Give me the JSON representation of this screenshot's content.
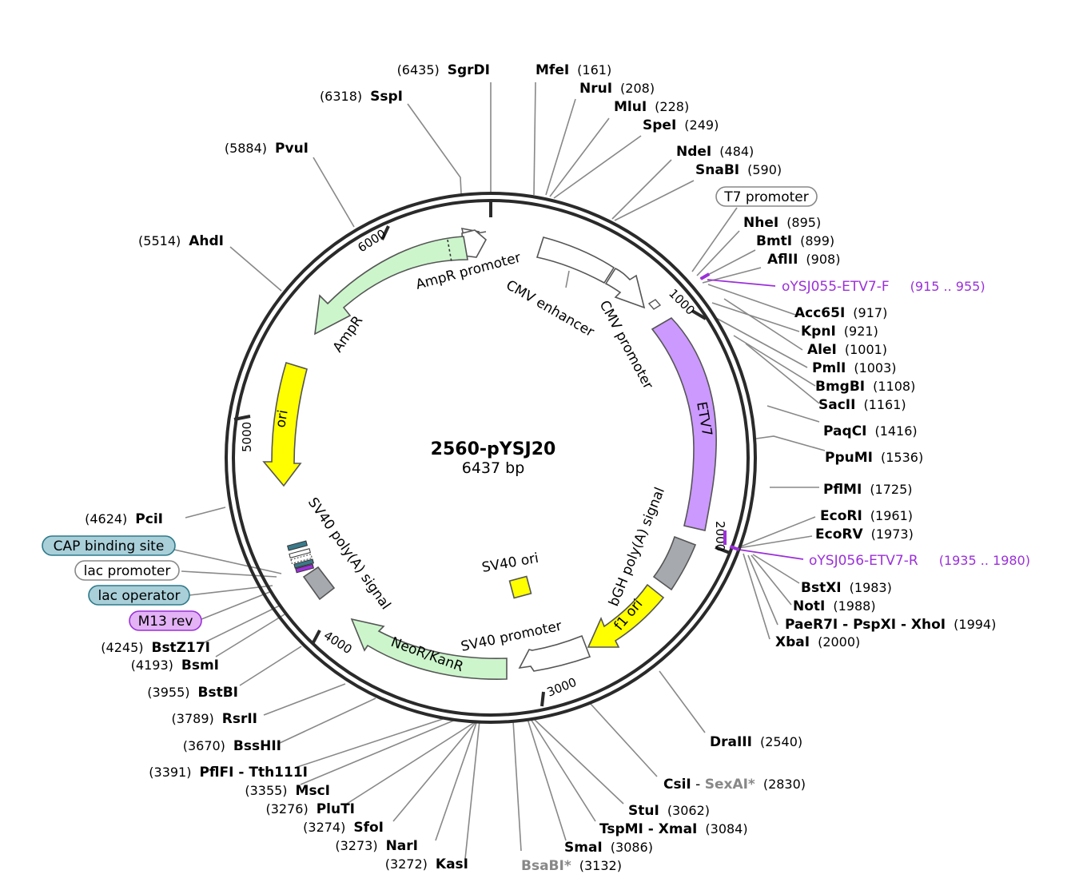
{
  "title": "2560-pYSJ20",
  "size": "6437 bp",
  "ticks": [
    "1000",
    "2000",
    "3000",
    "4000",
    "5000",
    "6000"
  ],
  "features": {
    "ampr_promoter": "AmpR promoter",
    "ampr": "AmpR",
    "cmv_enhancer": "CMV enhancer",
    "cmv_promoter": "CMV promoter",
    "etv7": "ETV7",
    "bgh": "bGH poly(A) signal",
    "f1ori": "f1 ori",
    "sv40promoter": "SV40 promoter",
    "neokan": "NeoR/KanR",
    "sv40polya": "SV40 poly(A) signal",
    "sv40ori": "SV40 ori",
    "ori": "ori"
  },
  "boxed_features": {
    "t7": "T7 promoter",
    "cap": "CAP binding site",
    "lacp": "lac promoter",
    "laco": "lac operator",
    "m13": "M13 rev"
  },
  "primers": [
    {
      "name": "oYSJ055-ETV7-F",
      "pos": "(915 .. 955)"
    },
    {
      "name": "oYSJ056-ETV7-R",
      "pos": "(1935 .. 1980)"
    }
  ],
  "enzymes": [
    {
      "name": "SgrDI",
      "pos": "(6435)"
    },
    {
      "name": "SspI",
      "pos": "(6318)"
    },
    {
      "name": "PvuI",
      "pos": "(5884)"
    },
    {
      "name": "AhdI",
      "pos": "(5514)"
    },
    {
      "name": "MfeI",
      "pos": "(161)"
    },
    {
      "name": "NruI",
      "pos": "(208)"
    },
    {
      "name": "MluI",
      "pos": "(228)"
    },
    {
      "name": "SpeI",
      "pos": "(249)"
    },
    {
      "name": "NdeI",
      "pos": "(484)"
    },
    {
      "name": "SnaBI",
      "pos": "(590)"
    },
    {
      "name": "NheI",
      "pos": "(895)"
    },
    {
      "name": "BmtI",
      "pos": "(899)"
    },
    {
      "name": "AflII",
      "pos": "(908)"
    },
    {
      "name": "Acc65I",
      "pos": "(917)"
    },
    {
      "name": "KpnI",
      "pos": "(921)"
    },
    {
      "name": "AleI",
      "pos": "(1001)"
    },
    {
      "name": "PmlI",
      "pos": "(1003)"
    },
    {
      "name": "BmgBI",
      "pos": "(1108)"
    },
    {
      "name": "SacII",
      "pos": "(1161)"
    },
    {
      "name": "PaqCI",
      "pos": "(1416)"
    },
    {
      "name": "PpuMI",
      "pos": "(1536)"
    },
    {
      "name": "PflMI",
      "pos": "(1725)"
    },
    {
      "name": "EcoRI",
      "pos": "(1961)"
    },
    {
      "name": "EcoRV",
      "pos": "(1973)"
    },
    {
      "name": "BstXI",
      "pos": "(1983)"
    },
    {
      "name": "NotI",
      "pos": "(1988)"
    },
    {
      "name": "PaeR7I - PspXI - XhoI",
      "pos": "(1994)"
    },
    {
      "name": "XbaI",
      "pos": "(2000)"
    },
    {
      "name": "DraIII",
      "pos": "(2540)"
    },
    {
      "name": "CsiI",
      "sep": " - ",
      "name2": "SexAI*",
      "pos": "(2830)"
    },
    {
      "name": "StuI",
      "pos": "(3062)"
    },
    {
      "name": "TspMI - XmaI",
      "pos": "(3084)"
    },
    {
      "name": "SmaI",
      "pos": "(3086)"
    },
    {
      "name": "BsaBI*",
      "pos": "(3132)"
    },
    {
      "name": "KasI",
      "pos": "(3272)"
    },
    {
      "name": "NarI",
      "pos": "(3273)"
    },
    {
      "name": "SfoI",
      "pos": "(3274)"
    },
    {
      "name": "PluTI",
      "pos": "(3276)"
    },
    {
      "name": "MscI",
      "pos": "(3355)"
    },
    {
      "name": "PflFI - Tth111I",
      "pos": "(3391)"
    },
    {
      "name": "BssHII",
      "pos": "(3670)"
    },
    {
      "name": "RsrII",
      "pos": "(3789)"
    },
    {
      "name": "BstBI",
      "pos": "(3955)"
    },
    {
      "name": "BsmI",
      "pos": "(4193)"
    },
    {
      "name": "BstZ17I",
      "pos": "(4245)"
    },
    {
      "name": "PciI",
      "pos": "(4624)"
    }
  ],
  "colors": {
    "ampr": "#ccf5cc",
    "etv7": "#cc99ff",
    "ori": "#ffff00",
    "grey": "#a6a9ad",
    "primer": "#9b30d9",
    "cap": "#a9cfd9",
    "m13": "#e3b3f5"
  }
}
